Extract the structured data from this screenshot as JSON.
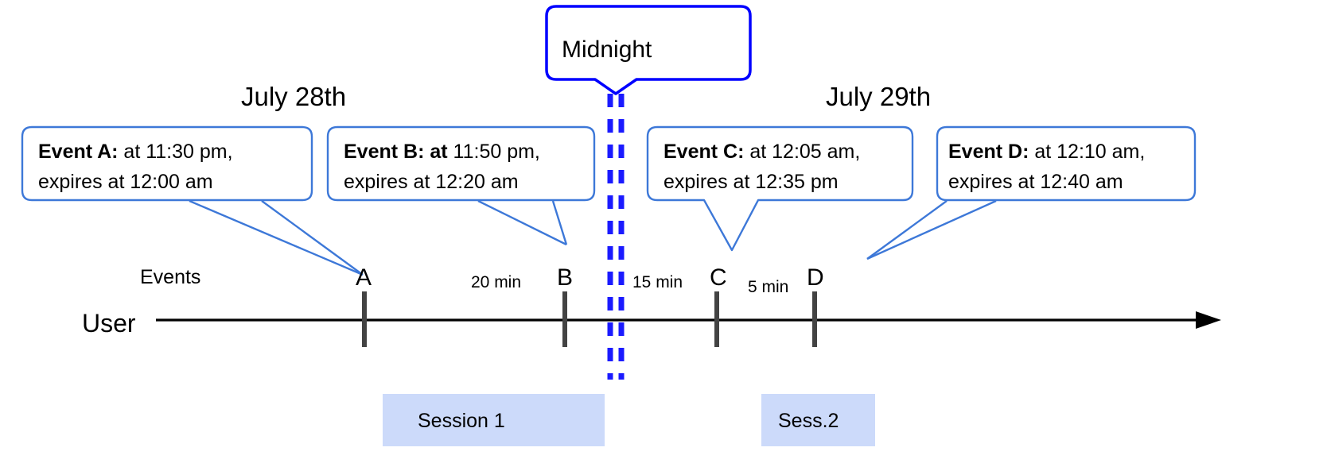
{
  "diagram": {
    "title_bubble": {
      "label": "Midnight",
      "border_color": "#0000ff"
    },
    "dates": [
      {
        "label": "July 28th"
      },
      {
        "label": "July 29th"
      }
    ],
    "callouts": [
      {
        "id": "event-a",
        "bold_part": "Event A:",
        "line1_rest": " at 11:30 pm,",
        "line2": "expires at 12:00 am",
        "bold_tail": ""
      },
      {
        "id": "event-b",
        "bold_part": "Event B: at",
        "line1_rest": " 11:50 pm,",
        "line2": "expires at 12:20 am",
        "bold_tail": ""
      },
      {
        "id": "event-c",
        "bold_part": "Event C:",
        "line1_rest": " at 12:05 am,",
        "line2": "expires at 12:35 pm",
        "bold_tail": ""
      },
      {
        "id": "event-d",
        "bold_part": "Event D:",
        "line1_rest": "  at 12:10 am,",
        "line2": "expires at 12:40 am",
        "bold_tail": ""
      }
    ],
    "row_labels": {
      "events": "Events",
      "user": "User"
    },
    "event_markers": [
      {
        "letter": "A"
      },
      {
        "letter": "B"
      },
      {
        "letter": "C"
      },
      {
        "letter": "D"
      }
    ],
    "intervals": [
      {
        "label": "20 min"
      },
      {
        "label": "15 min"
      },
      {
        "label": "5 min"
      }
    ],
    "sessions": [
      {
        "label": "Session 1"
      },
      {
        "label": "Sess.2"
      }
    ],
    "colors": {
      "callout_border": "#3d78d8",
      "midnight_border": "#0000ff",
      "midnight_line": "#1a1aff",
      "session_fill": "#ccdafa",
      "tick": "#434343",
      "axis": "#000000"
    }
  }
}
